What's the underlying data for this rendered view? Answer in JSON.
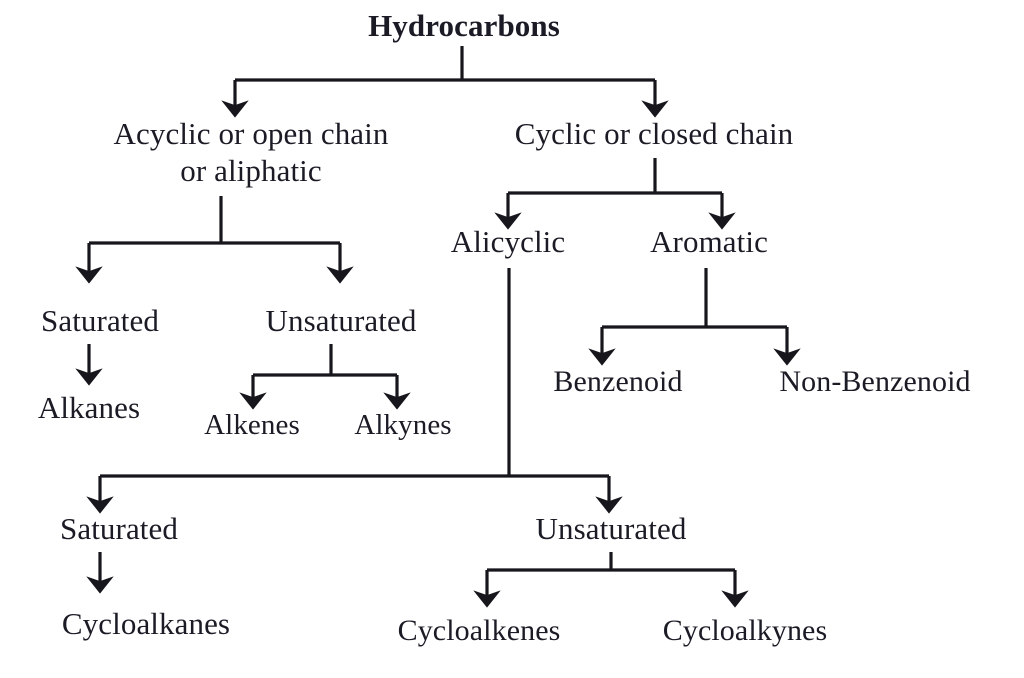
{
  "diagram": {
    "title": "Hydrocarbons",
    "type": "classification-tree",
    "colors": {
      "background": "#ffffff",
      "text": "#1b1b26",
      "connector": "#16161c"
    },
    "nodes": {
      "root": {
        "label": "Hydrocarbons"
      },
      "acyclic": {
        "label_line1": "Acyclic or open chain",
        "label_line2": "or aliphatic"
      },
      "cyclic": {
        "label": "Cyclic or closed chain"
      },
      "aliphatic_saturated": {
        "label": "Saturated"
      },
      "aliphatic_unsaturated": {
        "label": "Unsaturated"
      },
      "alkanes": {
        "label": "Alkanes"
      },
      "alkenes": {
        "label": "Alkenes"
      },
      "alkynes": {
        "label": "Alkynes"
      },
      "alicyclic": {
        "label": "Alicyclic"
      },
      "aromatic": {
        "label": "Aromatic"
      },
      "benzenoid": {
        "label": "Benzenoid"
      },
      "non_benzenoid": {
        "label": "Non-Benzenoid"
      },
      "alicyclic_saturated": {
        "label": "Saturated"
      },
      "alicyclic_unsaturated": {
        "label": "Unsaturated"
      },
      "cycloalkanes": {
        "label": "Cycloalkanes"
      },
      "cycloalkenes": {
        "label": "Cycloalkenes"
      },
      "cycloalkynes": {
        "label": "Cycloalkynes"
      }
    }
  },
  "chart_data": {
    "type": "table",
    "title": "Hydrocarbons",
    "tree": [
      {
        "name": "Hydrocarbons",
        "children": [
          {
            "name": "Acyclic or open chain or aliphatic",
            "children": [
              {
                "name": "Saturated",
                "children": [
                  {
                    "name": "Alkanes"
                  }
                ]
              },
              {
                "name": "Unsaturated",
                "children": [
                  {
                    "name": "Alkenes"
                  },
                  {
                    "name": "Alkynes"
                  }
                ]
              }
            ]
          },
          {
            "name": "Cyclic or closed chain",
            "children": [
              {
                "name": "Alicyclic",
                "children": [
                  {
                    "name": "Saturated",
                    "children": [
                      {
                        "name": "Cycloalkanes"
                      }
                    ]
                  },
                  {
                    "name": "Unsaturated",
                    "children": [
                      {
                        "name": "Cycloalkenes"
                      },
                      {
                        "name": "Cycloalkynes"
                      }
                    ]
                  }
                ]
              },
              {
                "name": "Aromatic",
                "children": [
                  {
                    "name": "Benzenoid"
                  },
                  {
                    "name": "Non-Benzenoid"
                  }
                ]
              }
            ]
          }
        ]
      }
    ]
  }
}
